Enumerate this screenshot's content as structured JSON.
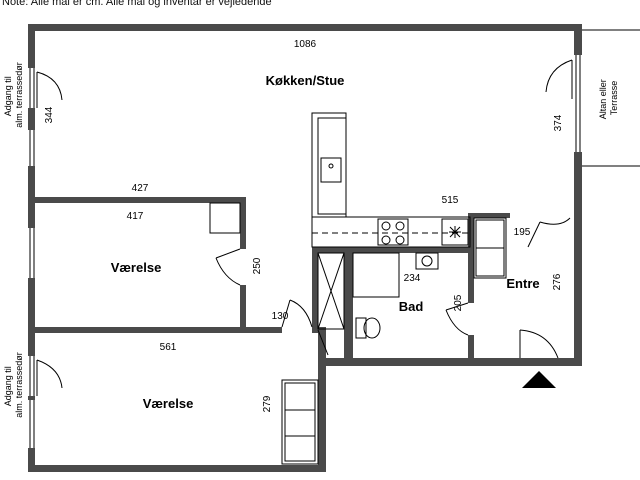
{
  "note": "Note: Alle mål er cm. Alle mål og inventar er vejledende",
  "rooms": {
    "kitchen": "Køkken/Stue",
    "room_top": "Værelse",
    "room_bottom": "Værelse",
    "bath": "Bad",
    "entry": "Entre"
  },
  "dimensions": {
    "d1086": "1086",
    "d344": "344",
    "d374": "374",
    "d427": "427",
    "d417": "417",
    "d515": "515",
    "d195": "195",
    "d250": "250",
    "d234": "234",
    "d276": "276",
    "d205": "205",
    "d130": "130",
    "d561": "561",
    "d279": "279"
  },
  "outside": {
    "balcony": "Altan eller Terrasse",
    "left_top_a": "Adgang til",
    "left_top_b": "alm. terrassedør",
    "left_bottom_a": "Adgang til",
    "left_bottom_b": "alm. terrassedør"
  }
}
